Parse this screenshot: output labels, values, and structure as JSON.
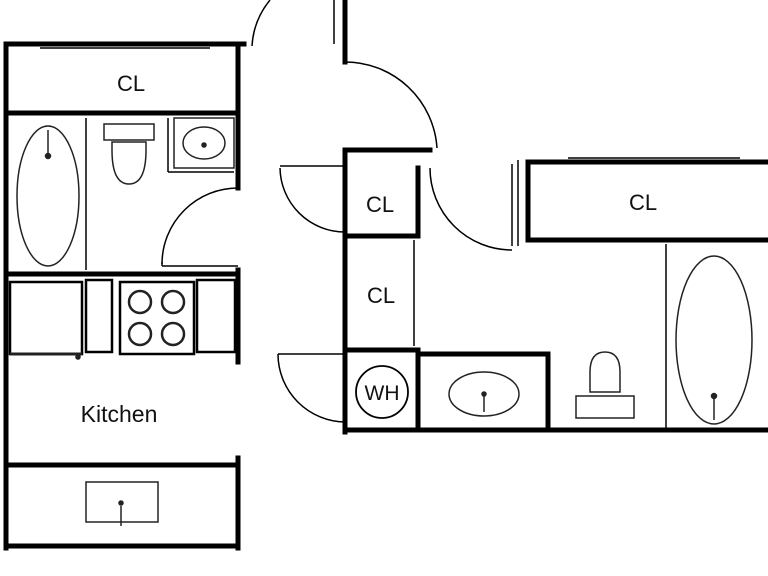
{
  "floorplan": {
    "labels": {
      "closet_top_left": "CL",
      "closet_center_upper": "CL",
      "closet_center_lower": "CL",
      "closet_right": "CL",
      "water_heater": "WH",
      "kitchen": "Kitchen"
    },
    "colors": {
      "wall": "#000000",
      "fixture_stroke": "#222222",
      "background": "#ffffff"
    },
    "fixtures": [
      "bathtub-left",
      "toilet-left",
      "sink-left",
      "refrigerator",
      "stove",
      "bathtub-right",
      "toilet-right",
      "sink-right",
      "kitchen-sink"
    ]
  }
}
